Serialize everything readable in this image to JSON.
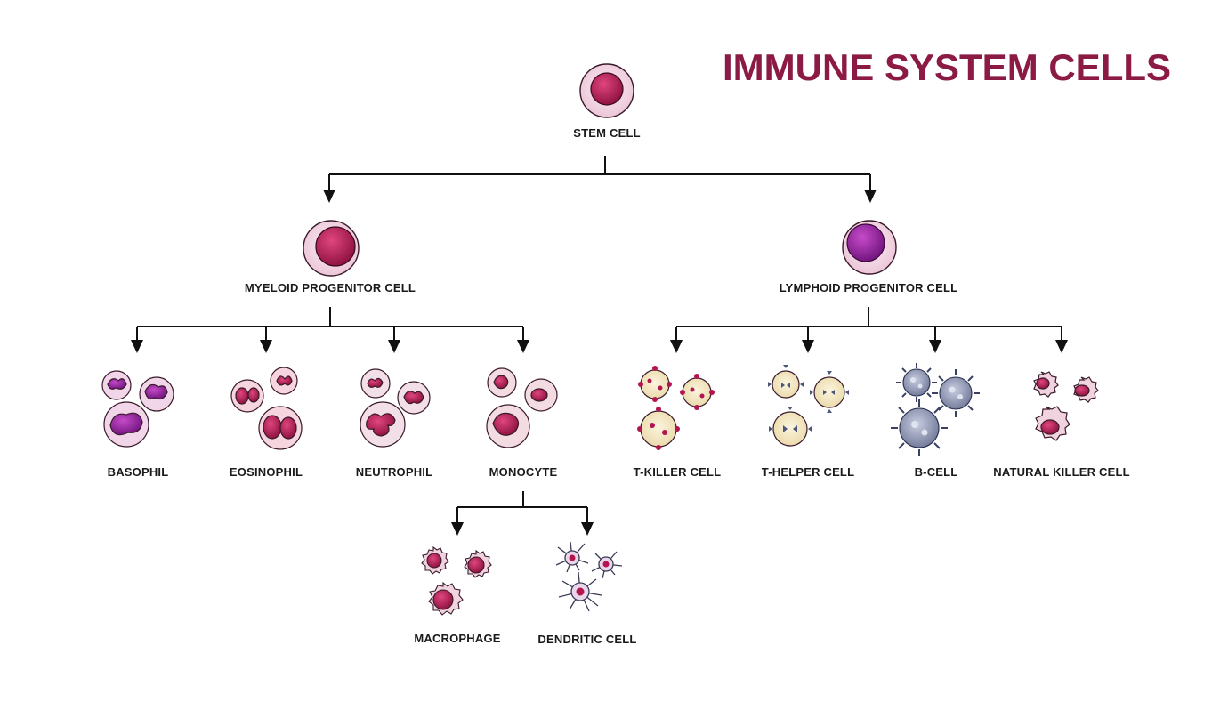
{
  "title": "IMMUNE SYSTEM CELLS",
  "colors": {
    "title": "#8b1a44",
    "line": "#111111",
    "cell_pink_outer": "#f3d9e6",
    "cell_crimson": "#b3154f",
    "cell_purple": "#8d1e8f",
    "cell_yellow": "#f3e8c6",
    "cell_blue_gray": "#9aa3c2"
  },
  "nodes": {
    "stem": {
      "label": "STEM CELL",
      "icon": "stem-cell-icon"
    },
    "myeloid": {
      "label": "MYELOID PROGENITOR CELL",
      "icon": "myeloid-progenitor-icon"
    },
    "lymphoid": {
      "label": "LYMPHOID PROGENITOR CELL",
      "icon": "lymphoid-progenitor-icon"
    },
    "basophil": {
      "label": "BASOPHIL",
      "icon": "basophil-icon"
    },
    "eosinophil": {
      "label": "EOSINOPHIL",
      "icon": "eosinophil-icon"
    },
    "neutrophil": {
      "label": "NEUTROPHIL",
      "icon": "neutrophil-icon"
    },
    "monocyte": {
      "label": "MONOCYTE",
      "icon": "monocyte-icon"
    },
    "tkiller": {
      "label": "T-KILLER CELL",
      "icon": "t-killer-cell-icon"
    },
    "thelper": {
      "label": "T-HELPER CELL",
      "icon": "t-helper-cell-icon"
    },
    "bcell": {
      "label": "B-CELL",
      "icon": "b-cell-icon"
    },
    "nk": {
      "label": "NATURAL KILLER CELL",
      "icon": "natural-killer-cell-icon"
    },
    "macrophage": {
      "label": "MACROPHAGE",
      "icon": "macrophage-icon"
    },
    "dendritic": {
      "label": "DENDRITIC CELL",
      "icon": "dendritic-cell-icon"
    }
  }
}
